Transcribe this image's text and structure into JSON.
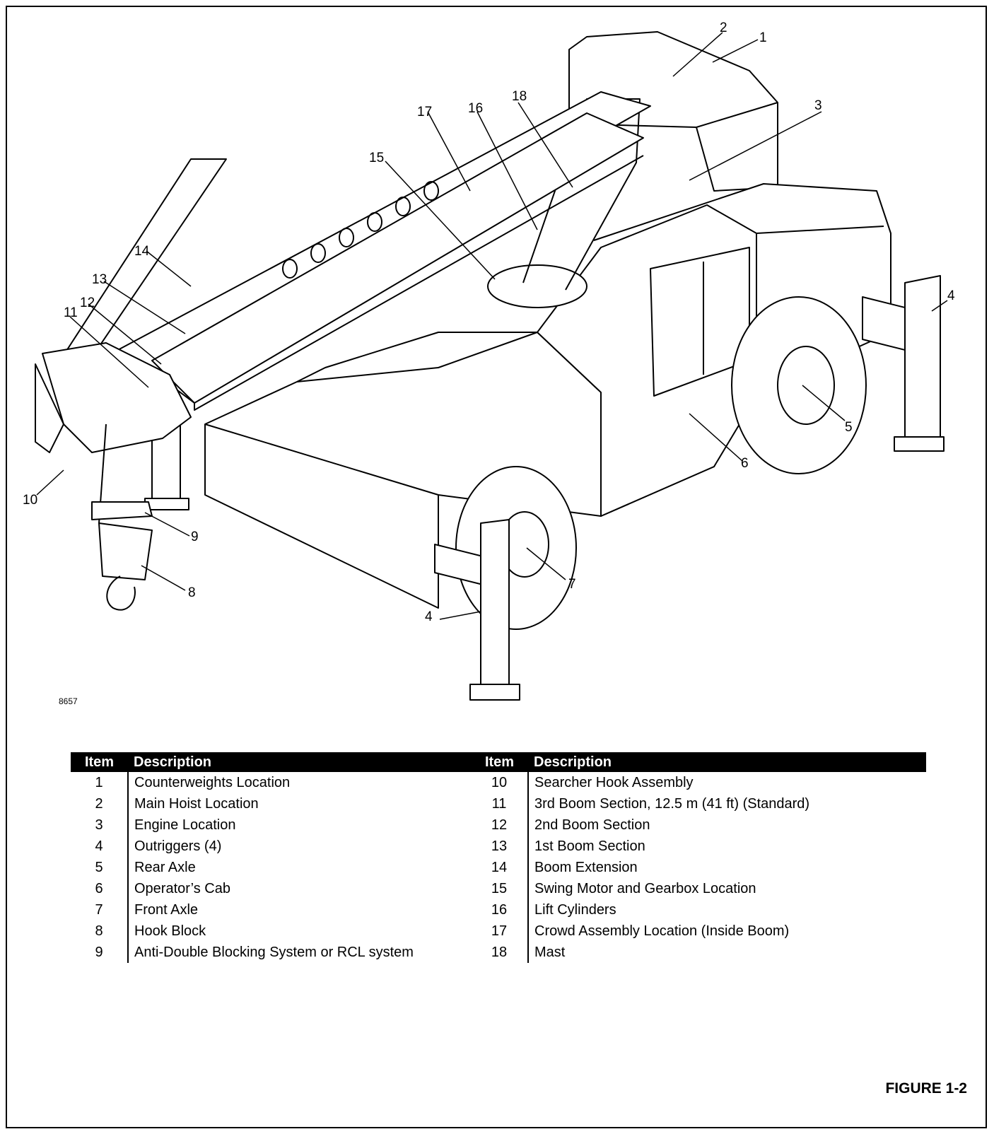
{
  "figure": {
    "drawing_id": "8657",
    "label": "FIGURE 1-2",
    "callouts": [
      "1",
      "2",
      "3",
      "4",
      "4",
      "5",
      "6",
      "7",
      "8",
      "9",
      "10",
      "11",
      "12",
      "13",
      "14",
      "15",
      "16",
      "17",
      "18"
    ]
  },
  "legend": {
    "header": {
      "item": "Item",
      "description": "Description"
    },
    "left": [
      {
        "item": "1",
        "description": "Counterweights Location"
      },
      {
        "item": "2",
        "description": "Main Hoist Location"
      },
      {
        "item": "3",
        "description": "Engine Location"
      },
      {
        "item": "4",
        "description": "Outriggers (4)"
      },
      {
        "item": "5",
        "description": "Rear Axle"
      },
      {
        "item": "6",
        "description": "Operator’s Cab"
      },
      {
        "item": "7",
        "description": "Front Axle"
      },
      {
        "item": "8",
        "description": "Hook Block"
      },
      {
        "item": "9",
        "description": "Anti-Double Blocking System or RCL system"
      }
    ],
    "right": [
      {
        "item": "10",
        "description": "Searcher Hook Assembly"
      },
      {
        "item": "11",
        "description": "3rd Boom Section, 12.5 m (41 ft) (Standard)"
      },
      {
        "item": "12",
        "description": "2nd Boom Section"
      },
      {
        "item": "13",
        "description": "1st Boom Section"
      },
      {
        "item": "14",
        "description": "Boom Extension"
      },
      {
        "item": "15",
        "description": "Swing Motor and Gearbox Location"
      },
      {
        "item": "16",
        "description": "Lift Cylinders"
      },
      {
        "item": "17",
        "description": "Crowd Assembly Location (Inside Boom)"
      },
      {
        "item": "18",
        "description": "Mast"
      }
    ]
  }
}
